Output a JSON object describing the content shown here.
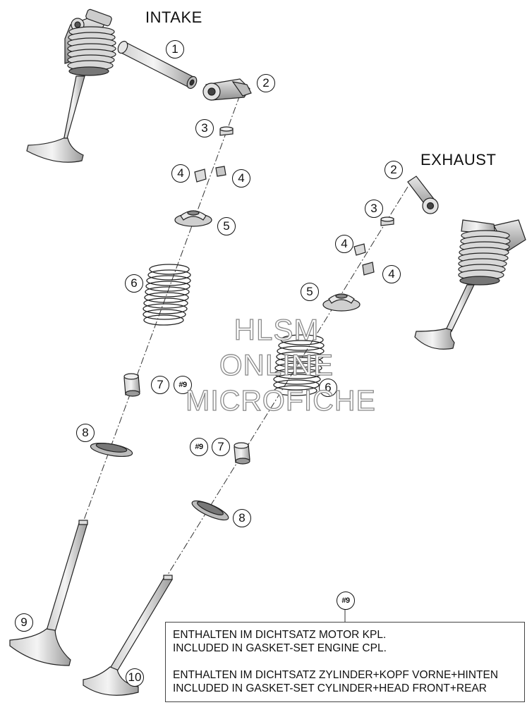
{
  "titles": {
    "intake": "INTAKE",
    "exhaust": "EXHAUST"
  },
  "callouts": {
    "n1": "1",
    "n2": "2",
    "n3": "3",
    "n4": "4",
    "n5": "5",
    "n6": "6",
    "n7": "7",
    "n8": "8",
    "n9": "9",
    "n10": "10",
    "gasket": "#9"
  },
  "note": {
    "ref": "#9",
    "line1_de": "ENTHALTEN IM DICHTSATZ MOTOR KPL.",
    "line1_en": "INCLUDED IN GASKET-SET ENGINE CPL.",
    "line2_de": "ENTHALTEN IM DICHTSATZ ZYLINDER+KOPF VORNE+HINTEN",
    "line2_en": "INCLUDED IN GASKET-SET CYLINDER+HEAD FRONT+REAR"
  },
  "watermark": {
    "line1": "HLSM",
    "line2": "ONLINE",
    "line3": "MICROFICHE"
  }
}
